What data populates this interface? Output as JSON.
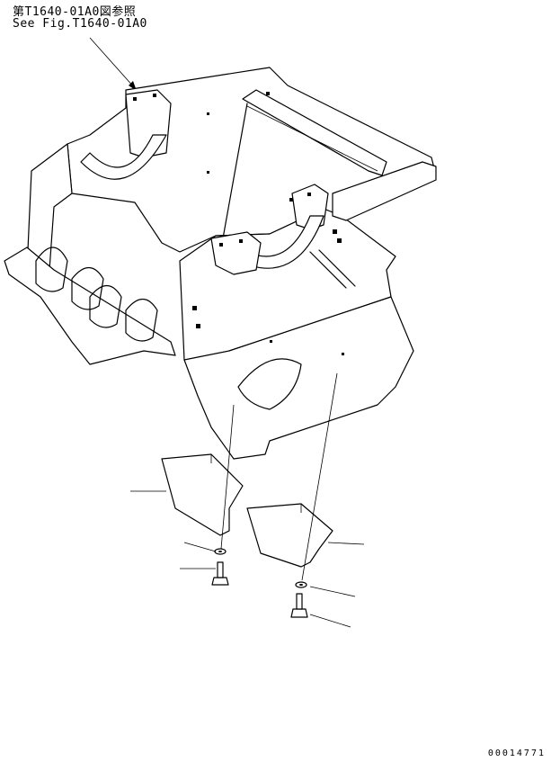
{
  "references": {
    "japanese": "第T1640-01A0図参照",
    "english": "See Fig.T1640-01A0"
  },
  "part_number": "00014771"
}
